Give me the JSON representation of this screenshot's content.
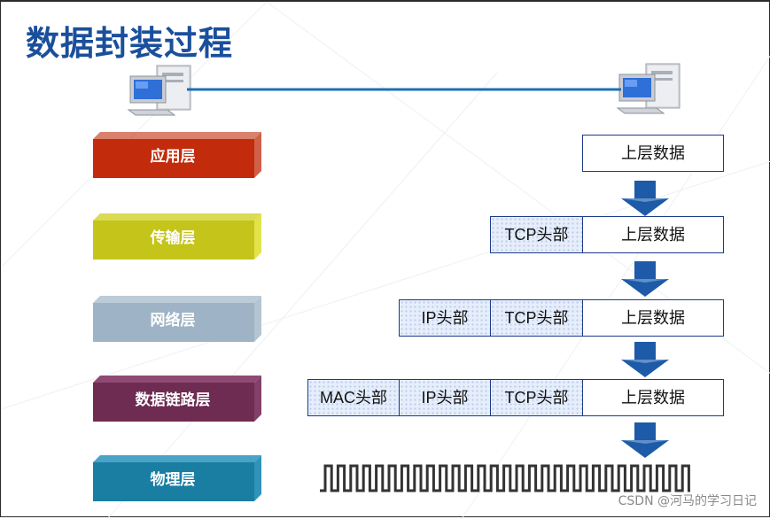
{
  "title": "数据封装过程",
  "layers": [
    {
      "label": "应用层",
      "color": "#c22b0c"
    },
    {
      "label": "传输层",
      "color": "#c4c41a"
    },
    {
      "label": "网络层",
      "color": "#9eb4c6"
    },
    {
      "label": "数据链路层",
      "color": "#6e2c52"
    },
    {
      "label": "物理层",
      "color": "#1a7ea3"
    }
  ],
  "packets": {
    "data": "上层数据",
    "tcp_header": "TCP头部",
    "ip_header": "IP头部",
    "mac_header": "MAC头部"
  },
  "colors": {
    "title": "#1a4f9c",
    "network_line": "#1c6fb5",
    "arrow": "#1d5aa8",
    "box_border": "#1e3a8a",
    "signal": "#333333"
  },
  "icons": [
    "computer-icon",
    "computer-icon",
    "down-arrow-icon",
    "square-wave-signal"
  ],
  "watermark": "CSDN @河马的学习日记"
}
